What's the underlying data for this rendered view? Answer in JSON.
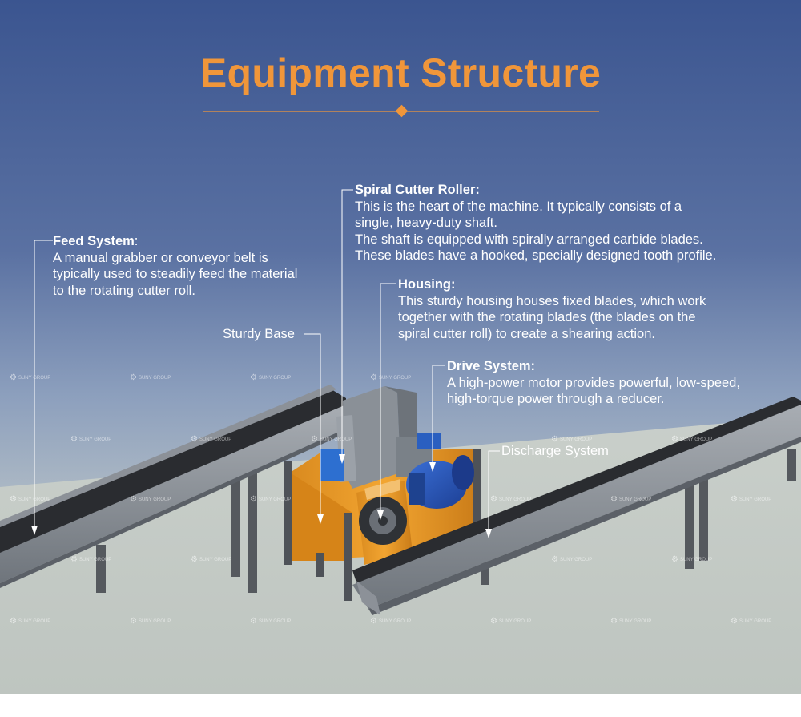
{
  "page": {
    "title": "Equipment Structure",
    "accent_color": "#f0963a",
    "bg_top": "#3b5590",
    "bg_bottom": "#c6ccc7"
  },
  "annotations": {
    "feed_system": {
      "heading": "Feed System",
      "heading_suffix": ":",
      "lines": [
        "A manual grabber or conveyor belt is",
        "typically used to steadily feed the material",
        "to the rotating cutter roll."
      ]
    },
    "spiral_cutter_roller": {
      "heading": "Spiral Cutter Roller:",
      "lines": [
        "This is the heart of the machine. It typically consists of a",
        "single, heavy-duty shaft.",
        "The shaft is equipped with spirally arranged carbide blades.",
        "These blades have a hooked, specially designed tooth profile."
      ]
    },
    "housing": {
      "heading": "Housing:",
      "lines": [
        "This sturdy housing houses fixed blades, which work",
        "together with the rotating blades (the blades on the",
        "spiral cutter roll) to create a shearing action."
      ]
    },
    "drive_system": {
      "heading": "Drive System:",
      "lines": [
        "A high-power motor provides powerful, low-speed,",
        "high-torque power through a reducer."
      ]
    },
    "sturdy_base": {
      "label": "Sturdy Base"
    },
    "discharge_system": {
      "label": "Discharge System"
    }
  },
  "watermark": {
    "text": "SUNY GROUP"
  }
}
